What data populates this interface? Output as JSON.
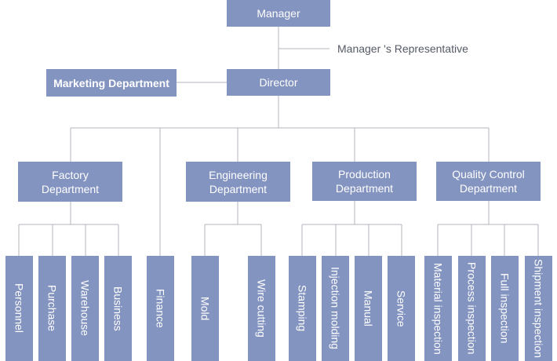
{
  "colors": {
    "box_fill": "#8494c0",
    "box_text": "#ffffff",
    "line": "#b0b4bc",
    "label_text": "#555a66"
  },
  "top": {
    "manager": "Manager",
    "representative": "Manager 's Representative",
    "director": "Director",
    "marketing": "Marketing Department"
  },
  "departments": {
    "factory": {
      "line1": "Factory",
      "line2": "Department"
    },
    "engineering": {
      "line1": "Engineering",
      "line2": "Department"
    },
    "production": {
      "line1": "Production",
      "line2": "Department"
    },
    "quality": {
      "line1": "Quality Control",
      "line2": "Department"
    }
  },
  "units": {
    "personnel": "Personnel",
    "purchase": "Purchase",
    "warehouse": "Warehouse",
    "business": "Business",
    "finance": "Finance",
    "mold": "Mold",
    "wire_cutting": "Wire cutting",
    "stamping": "Stamping",
    "injection_molding": "Injection molding",
    "manual": "Manual",
    "service": "Service",
    "material_inspection": "Material inspection",
    "process_inspection": "Process inspection",
    "full_inspection": "Full inspection",
    "shipment_inspection": "Shipment inspection"
  }
}
